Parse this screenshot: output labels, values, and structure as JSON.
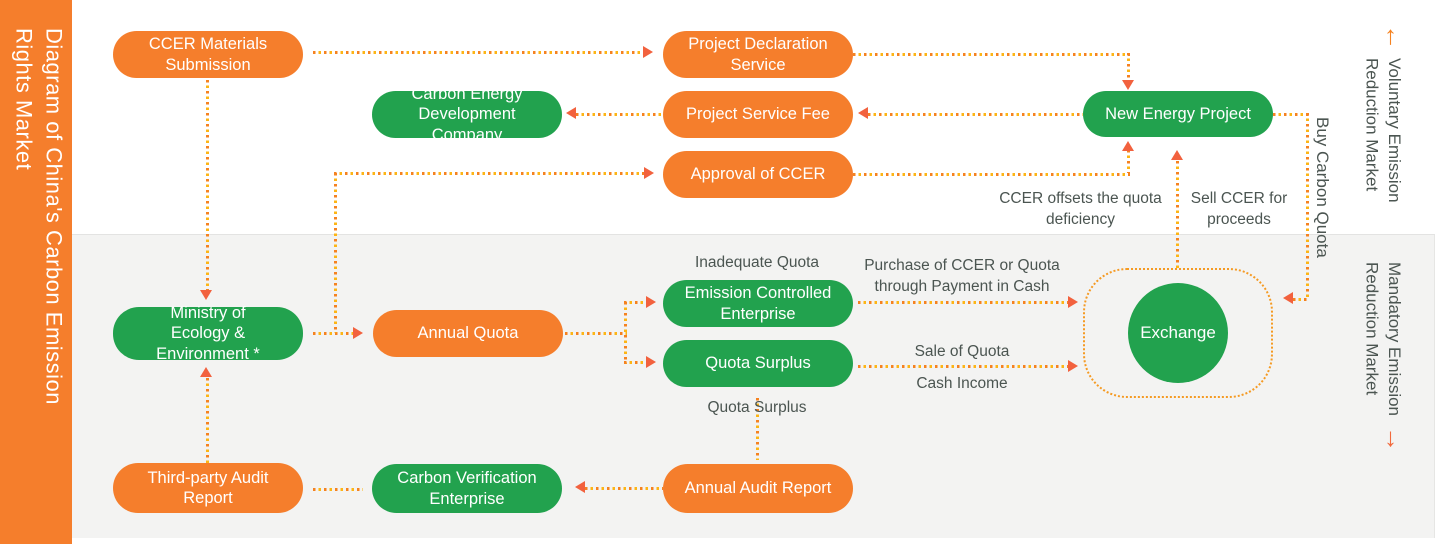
{
  "title": {
    "line1": "Diagram of China's Carbon Emission",
    "line2": "Rights Market"
  },
  "side": {
    "voluntary_line1": "Voluntary Emission",
    "voluntary_line2": "Reduction Market",
    "mandatory_line1": "Mandatory Emission",
    "mandatory_line2": "Reduction Market",
    "up_arrow_glyph": "↑",
    "down_arrow_glyph": "↓"
  },
  "nodes": {
    "ccer_materials_submission": "CCER Materials Submission",
    "project_declaration_service": "Project Declaration Service",
    "carbon_energy_development_company": "Carbon Energy Development Company",
    "project_service_fee": "Project Service Fee",
    "approval_of_ccer": "Approval of CCER",
    "new_energy_project": "New Energy Project",
    "ministry_line1": "Ministry of",
    "ministry_line2": "Ecology & Environment *",
    "annual_quota": "Annual Quota",
    "emission_controlled_enterprise": "Emission Controlled Enterprise",
    "quota_surplus": "Quota Surplus",
    "third_party_audit_report": "Third-party Audit Report",
    "carbon_verification_enterprise": "Carbon Verification Enterprise",
    "annual_audit_report": "Annual Audit Report",
    "exchange": "Exchange"
  },
  "labels": {
    "inadequate_quota": "Inadequate Quota",
    "quota_surplus": "Quota Surplus",
    "ccer_offsets": "CCER offsets the quota deficiency",
    "sell_ccer": "Sell CCER for proceeds",
    "buy_carbon_quota": "Buy Carbon Quota",
    "purchase": "Purchase of CCER or Quota through Payment in Cash",
    "sale_of_quota": "Sale of Quota",
    "cash_income": "Cash Income"
  },
  "colors": {
    "orange": "#F57E2C",
    "green": "#22A24E",
    "arrowhead": "#F2613E",
    "dot_orange": "#F58220",
    "dot_gold": "#FDB515",
    "section_gray": "#F3F3F2",
    "label_text": "#4B5551"
  }
}
